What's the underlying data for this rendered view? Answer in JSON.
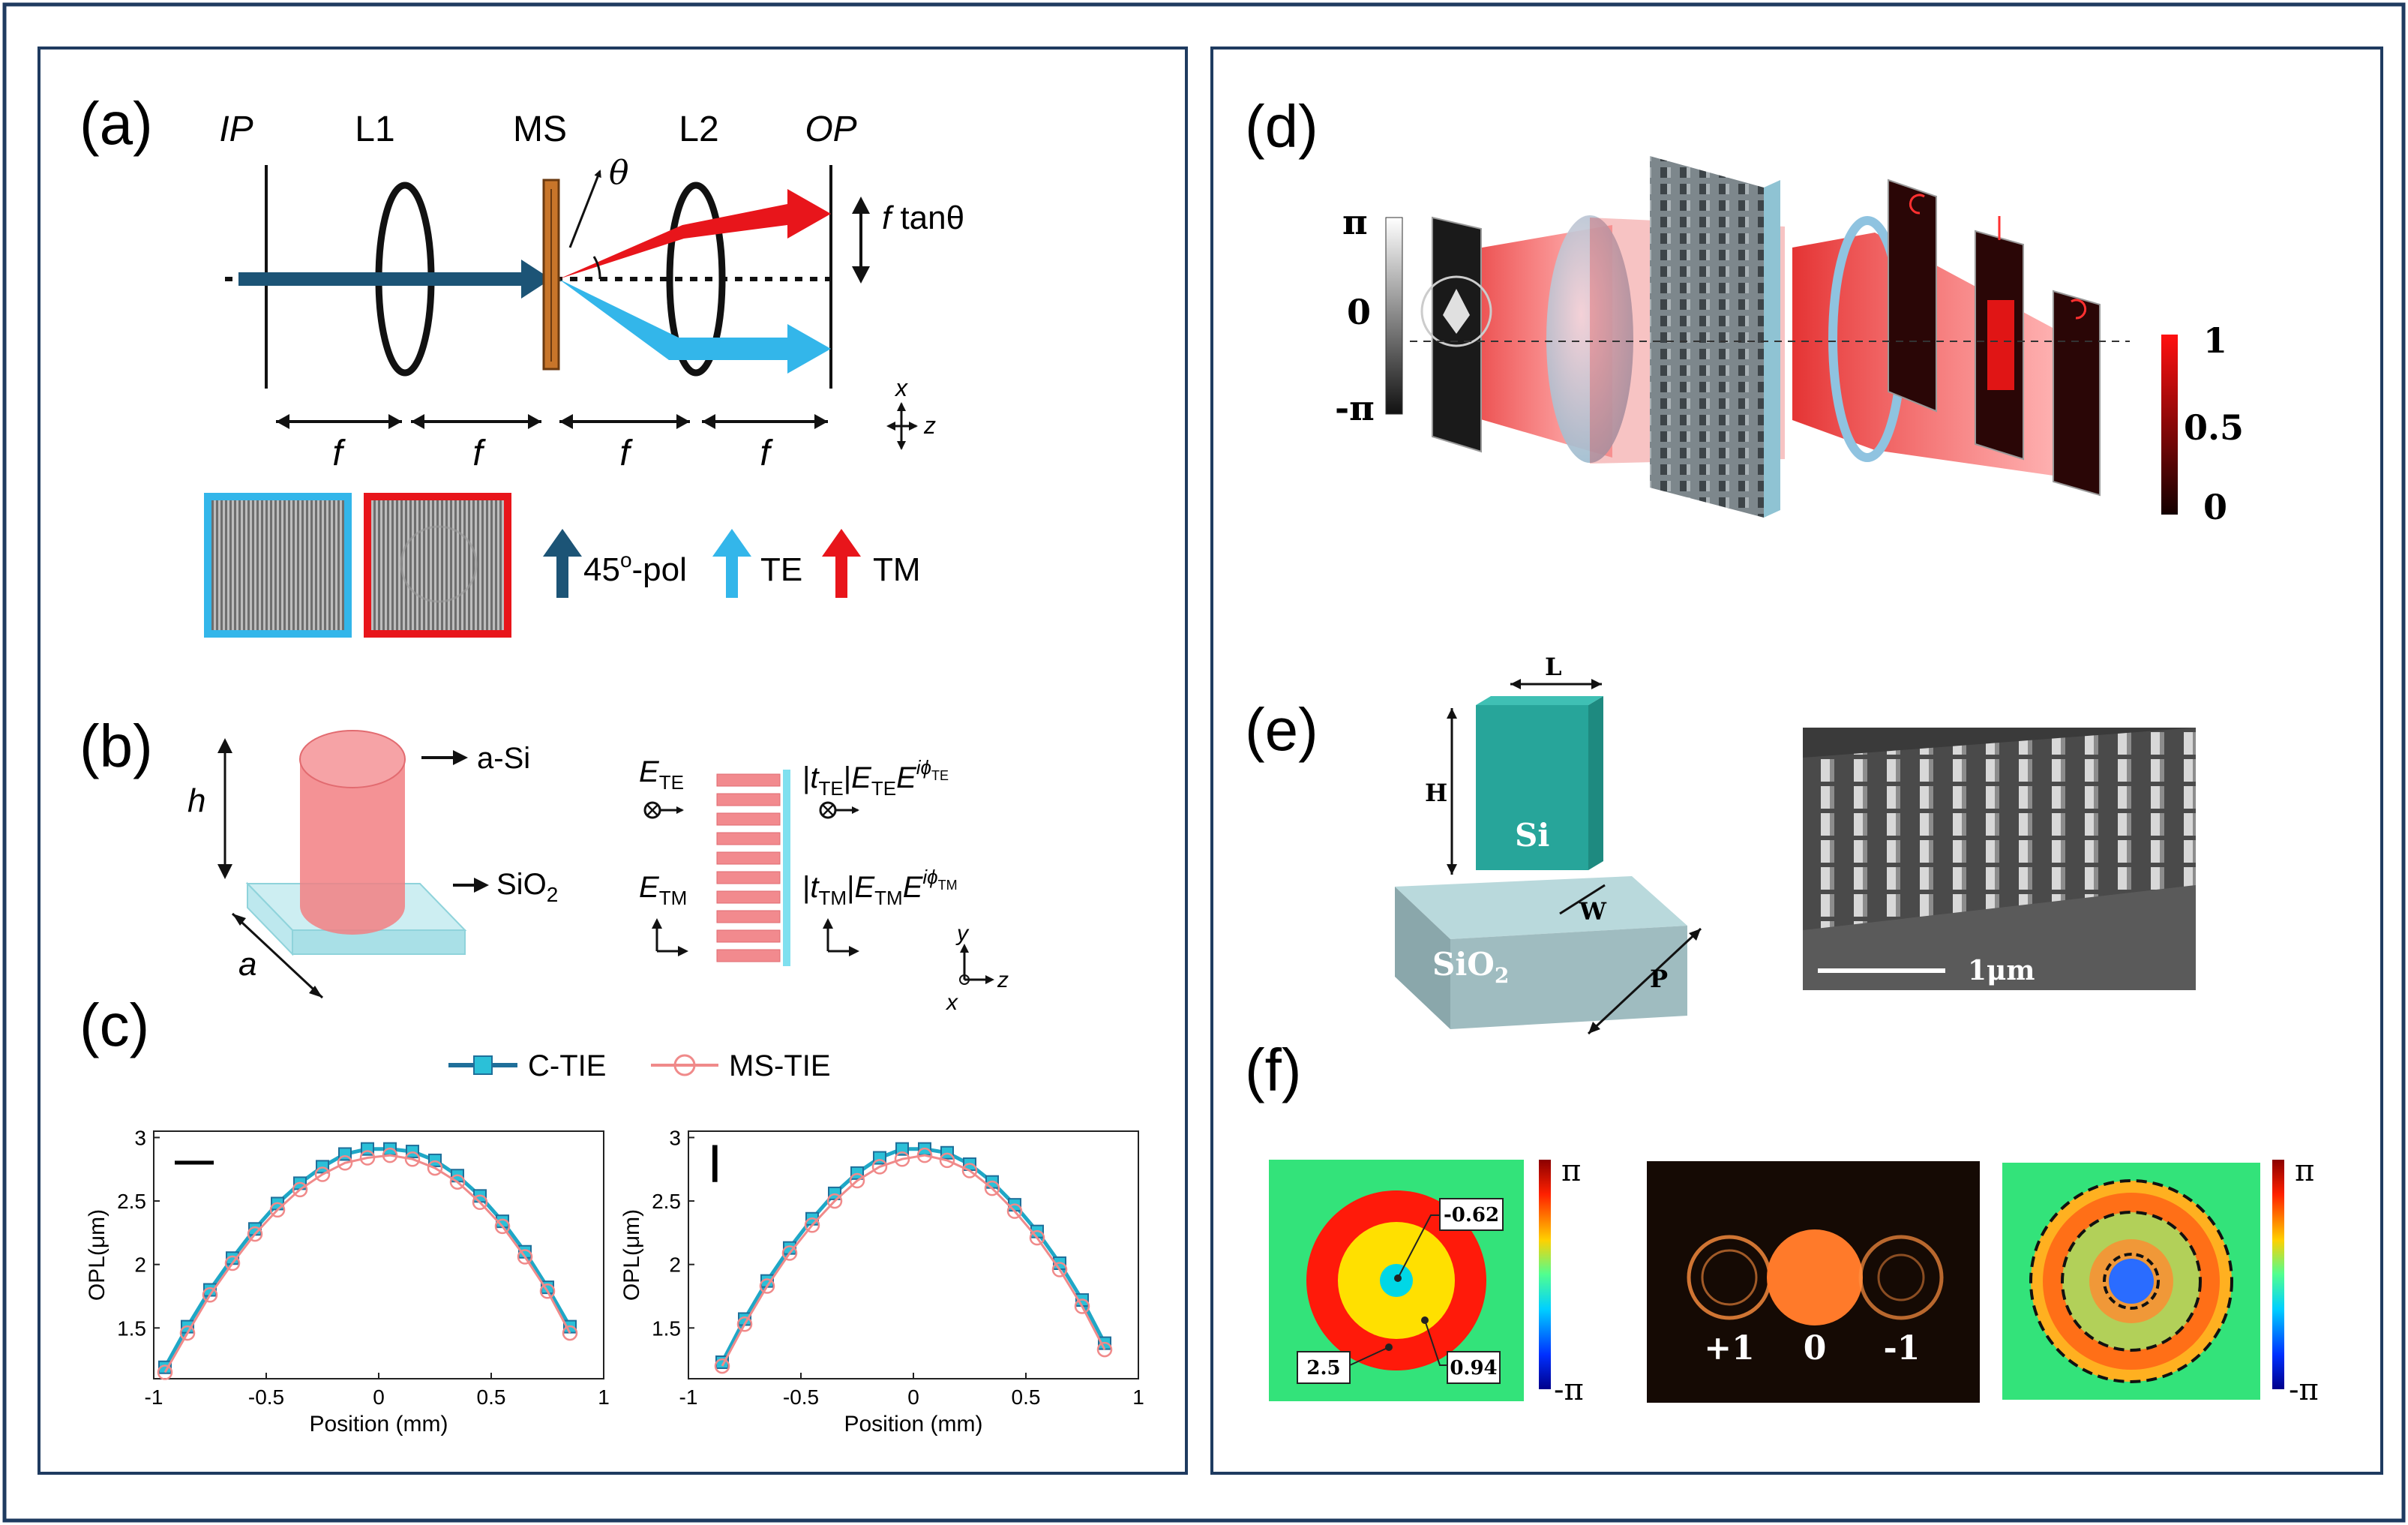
{
  "panel_a": {
    "label": "(a)",
    "plane_labels": [
      "IP",
      "L1",
      "MS",
      "L2",
      "OP"
    ],
    "theta": "θ",
    "shift_f": "f",
    "shift_tan": " tanθ",
    "axis_x": "x",
    "axis_z": "z",
    "focal": "f",
    "legend_pol": "45",
    "legend_pol_sup": "o",
    "legend_pol_suffix": "-pol",
    "legend_te": "TE",
    "legend_tm": "TM",
    "colors": {
      "navy": "#1c5476",
      "te": "#33b6ea",
      "tm": "#e8151b",
      "ms": "#c8752a"
    }
  },
  "panel_b": {
    "label": "(b)",
    "h": "h",
    "a": "a",
    "asi": "a-Si",
    "sio2_main": "SiO",
    "sio2_sub": "2",
    "e_letter": "E",
    "sub_te": "TE",
    "sub_tm": "TM",
    "t_letter": "t",
    "i_phi": "iϕ",
    "bar": "|",
    "axis_y": "y",
    "axis_z": "z",
    "axis_x": "x"
  },
  "panel_c": {
    "label": "(c)",
    "legend": [
      "C-TIE",
      "MS-TIE"
    ],
    "ylabel": "OPL(μm)",
    "xlabel": "Position (mm)",
    "marks": [
      "—",
      "|"
    ]
  },
  "panel_d": {
    "label": "(d)",
    "phase_labels": [
      "π",
      "0",
      "-π"
    ],
    "amp_labels": [
      "1",
      "0.5",
      "0"
    ]
  },
  "panel_e": {
    "label": "(e)",
    "L": "L",
    "H": "H",
    "W": "W",
    "P": "P",
    "si": "Si",
    "sio2_main": "SiO",
    "sio2_sub": "2",
    "scale": "1μm"
  },
  "panel_f": {
    "label": "(f)",
    "annot": [
      "-0.62",
      "2.5",
      "0.94"
    ],
    "cbar": [
      "π",
      "-π"
    ],
    "orders": [
      "+1",
      "0",
      "-1"
    ]
  },
  "chart_data": [
    {
      "type": "line",
      "title": "",
      "xlabel": "Position (mm)",
      "ylabel": "OPL(μm)",
      "xlim": [
        -1,
        1
      ],
      "ylim": [
        1.1,
        3.05
      ],
      "xticks": [
        -1,
        -0.5,
        0,
        0.5,
        1
      ],
      "yticks": [
        1.5,
        2,
        2.5,
        3
      ],
      "series": [
        {
          "name": "C-TIE",
          "color": "#1fa7c6",
          "x": [
            -0.95,
            -0.85,
            -0.75,
            -0.65,
            -0.55,
            -0.45,
            -0.35,
            -0.25,
            -0.15,
            -0.05,
            0.05,
            0.15,
            0.25,
            0.35,
            0.45,
            0.55,
            0.65,
            0.75,
            0.85
          ],
          "y": [
            1.19,
            1.51,
            1.8,
            2.05,
            2.28,
            2.48,
            2.64,
            2.77,
            2.87,
            2.91,
            2.91,
            2.89,
            2.82,
            2.7,
            2.54,
            2.34,
            2.1,
            1.82,
            1.51
          ]
        },
        {
          "name": "MS-TIE",
          "color": "#f08a8a",
          "x": [
            -0.95,
            -0.85,
            -0.75,
            -0.65,
            -0.55,
            -0.45,
            -0.35,
            -0.25,
            -0.15,
            -0.05,
            0.05,
            0.15,
            0.25,
            0.35,
            0.45,
            0.55,
            0.65,
            0.75,
            0.85
          ],
          "y": [
            1.15,
            1.46,
            1.76,
            2.01,
            2.24,
            2.43,
            2.59,
            2.71,
            2.8,
            2.84,
            2.86,
            2.83,
            2.76,
            2.65,
            2.49,
            2.3,
            2.06,
            1.79,
            1.46
          ]
        }
      ]
    },
    {
      "type": "line",
      "title": "",
      "xlabel": "Position (mm)",
      "ylabel": "OPL(μm)",
      "xlim": [
        -1,
        1
      ],
      "ylim": [
        1.1,
        3.05
      ],
      "xticks": [
        -1,
        -0.5,
        0,
        0.5,
        1
      ],
      "yticks": [
        1.5,
        2,
        2.5,
        3
      ],
      "series": [
        {
          "name": "C-TIE",
          "color": "#1fa7c6",
          "x": [
            -0.85,
            -0.75,
            -0.65,
            -0.55,
            -0.45,
            -0.35,
            -0.25,
            -0.15,
            -0.05,
            0.05,
            0.15,
            0.25,
            0.35,
            0.45,
            0.55,
            0.65,
            0.75,
            0.85
          ],
          "y": [
            1.23,
            1.57,
            1.87,
            2.13,
            2.36,
            2.56,
            2.72,
            2.84,
            2.91,
            2.91,
            2.88,
            2.79,
            2.65,
            2.47,
            2.26,
            2.01,
            1.72,
            1.38
          ]
        },
        {
          "name": "MS-TIE",
          "color": "#f08a8a",
          "x": [
            -0.85,
            -0.75,
            -0.65,
            -0.55,
            -0.45,
            -0.35,
            -0.25,
            -0.15,
            -0.05,
            0.05,
            0.15,
            0.25,
            0.35,
            0.45,
            0.55,
            0.65,
            0.75,
            0.85
          ],
          "y": [
            1.2,
            1.53,
            1.83,
            2.09,
            2.31,
            2.5,
            2.66,
            2.77,
            2.83,
            2.86,
            2.82,
            2.74,
            2.6,
            2.42,
            2.21,
            1.96,
            1.67,
            1.33
          ]
        }
      ]
    }
  ]
}
